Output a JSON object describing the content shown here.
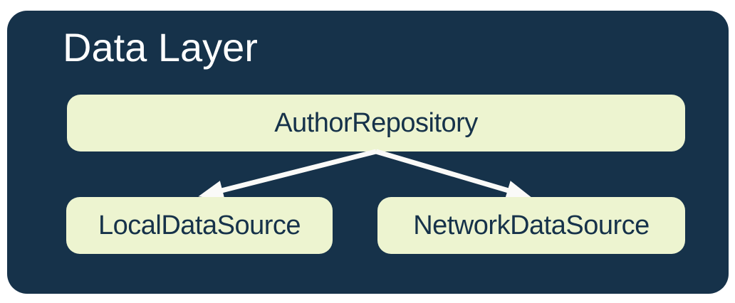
{
  "diagram": {
    "title": "Data Layer",
    "nodes": [
      {
        "id": "author-repository",
        "label": "AuthorRepository"
      },
      {
        "id": "local-data-source",
        "label": "LocalDataSource"
      },
      {
        "id": "network-data-source",
        "label": "NetworkDataSource"
      }
    ],
    "edges": [
      {
        "from": "AuthorRepository",
        "to": "LocalDataSource"
      },
      {
        "from": "AuthorRepository",
        "to": "NetworkDataSource"
      }
    ],
    "colors": {
      "page_bg": "#ffffff",
      "container_bg": "#16324a",
      "node_bg": "#edf4d0",
      "node_text": "#16324a",
      "title_text": "#ffffff",
      "arrow": "#fafaf8"
    }
  }
}
